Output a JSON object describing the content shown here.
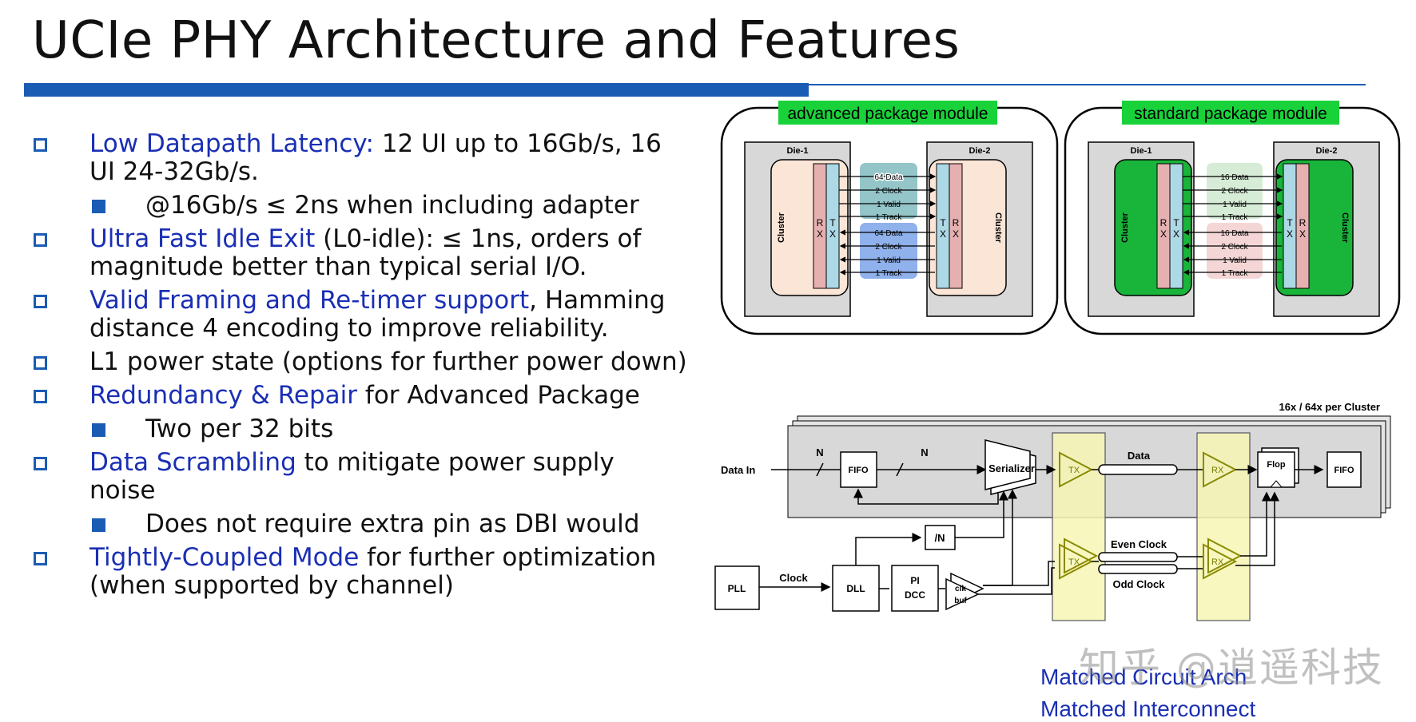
{
  "title": "UCIe PHY Architecture and Features",
  "colors": {
    "accent": "#1a5cb4",
    "highlight": "#1a2fb4",
    "green": "#19b834",
    "tx_fill": "#add8e6",
    "rx_fill": "#e6b0b0",
    "yellow": "#f6f6b4"
  },
  "bullets": [
    {
      "hl": "Low Datapath Latency:",
      "rest": " 12 UI up to 16Gb/s, 16 UI 24-32Gb/s."
    },
    {
      "sub": "@16Gb/s ≤ 2ns when including adapter"
    },
    {
      "hl": "Ultra Fast Idle Exit",
      "rest": " (L0-idle): ≤ 1ns, orders of magnitude better than typical serial I/O."
    },
    {
      "hl": "Valid Framing and Re-timer support",
      "rest": ", Hamming distance 4 encoding to improve reliability."
    },
    {
      "hl": "",
      "rest": "L1 power state (options for further power down)"
    },
    {
      "hl": "Redundancy & Repair",
      "rest": " for Advanced Package"
    },
    {
      "sub": "Two per 32 bits"
    },
    {
      "hl": "Data Scrambling",
      "rest": " to mitigate power supply noise"
    },
    {
      "sub": "Does not require extra pin as DBI would"
    },
    {
      "hl": "Tightly-Coupled Mode",
      "rest": " for further optimization (when supported by channel)"
    }
  ],
  "adv_module": {
    "title": "advanced package module",
    "die1": "Die-1",
    "die2": "Die-2",
    "cluster": "Cluster",
    "rx": "R X",
    "tx": "T X",
    "lanes_top": [
      "64 Data",
      "2 Clock",
      "1 Valid",
      "1 Track"
    ],
    "lanes_bottom": [
      "64 Data",
      "2 Clock",
      "1 Valid",
      "1 Track"
    ]
  },
  "std_module": {
    "title": "standard package module",
    "die1": "Die-1",
    "die2": "Die-2",
    "cluster": "Cluster",
    "rx": "R X",
    "tx": "T X",
    "lanes_top": [
      "16 Data",
      "2 Clock",
      "1 Valid",
      "1 Track"
    ],
    "lanes_bottom": [
      "16 Data",
      "2 Clock",
      "1 Valid",
      "1 Track"
    ]
  },
  "circuit": {
    "per_cluster": "16x / 64x per Cluster",
    "data_in": "Data In",
    "n": "N",
    "fifo": "FIFO",
    "serializer": "Serializer",
    "tx": "TX",
    "rx": "RX",
    "data": "Data",
    "flop": "Flop",
    "div": "/N",
    "even_clock": "Even Clock",
    "odd_clock": "Odd Clock",
    "pll": "PLL",
    "clock": "Clock",
    "dll": "DLL",
    "pi": "PI",
    "dcc": "DCC",
    "clk": "clk",
    "buf": "buf"
  },
  "footer": {
    "line1": "Matched Circuit Arch",
    "line2": "Matched Interconnect"
  },
  "watermark": "知乎 @逍遥科技"
}
